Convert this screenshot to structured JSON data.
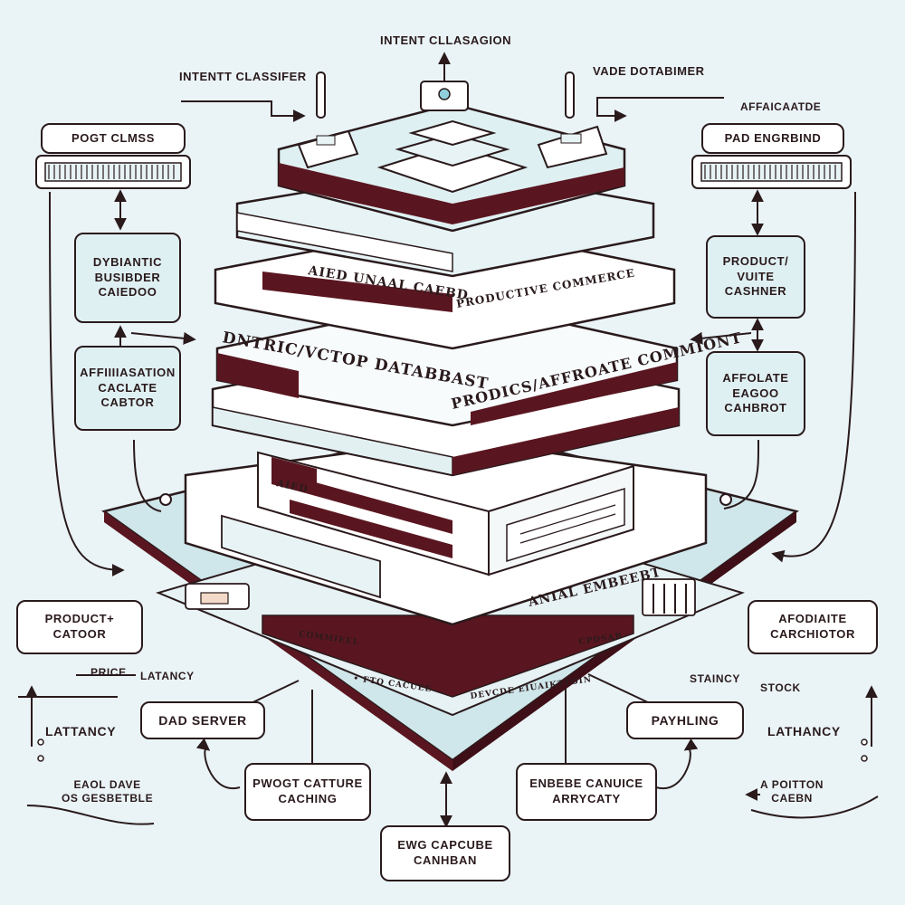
{
  "colors": {
    "background": "#eaf4f7",
    "ink": "#2a1a1c",
    "maroon": "#5a1620",
    "panel": "#dff0f2",
    "white": "#ffffff"
  },
  "top_labels": {
    "intent_classification": "INTENT CLLASAGION",
    "intent_classifier": "INTENTT CLASSIFER",
    "vade_database": "VADE DOTABIMER",
    "affaicaatde": "AFFAICAATDE"
  },
  "stack_labels": {
    "aied_unaal_cared": "AIED UNAAL CAEBD",
    "prooductive_commence": "PRODUCTIVE COMMERCE",
    "dntric_vector_databast": "DNTRIC/VCTOP DATABBAST",
    "prodics_affroate_comment": "PRODICS/AFFROATE COMMIONT",
    "aied": "AIED",
    "anial_embeebt": "ANIAL EMBEEBT"
  },
  "left_column": {
    "pogt_clmss": "POGT CLMSS",
    "dynamic_cache": "DYBIANTIC\nBUSIBDER\nCAIEDOO",
    "affiliation_cache": "AFFIIIIASATION\nCACLATE\nCABTOR",
    "product_catoor": "PRODUCT+\nCATOOR",
    "price": "PRICE",
    "latancy": "LATANCY",
    "latancy_left": "LATTANCY",
    "eaol_dave": "EAOL DAVE\nOS GESBETBLE"
  },
  "right_column": {
    "pad_engrbind": "PAD ENGRBIND",
    "product_vuite_cashner": "PRODUCT/\nVUITE\nCASHNER",
    "affolate_eagoo_cahbrot": "AFFOLATE\nEAGOO\nCAHBROT",
    "afodiaite_carchotor": "AFODIAITE\nCARCHIOTOR",
    "stainicy": "STAINCY",
    "stock": "STOCK",
    "latahancy": "LATHANCY",
    "portton_caben": "A POITTON\nCAEBN"
  },
  "bottom": {
    "dad_server": "DAD SERVER",
    "pwogt_catture": "PWOGT CATTURE\nCACHING",
    "ewg_capcube": "EWG CAPCUBE\nCANHBAN",
    "enbebe_canuice": "ENBEBE CANUICE\nARRYCATY",
    "payhling": "PAYHLING"
  }
}
